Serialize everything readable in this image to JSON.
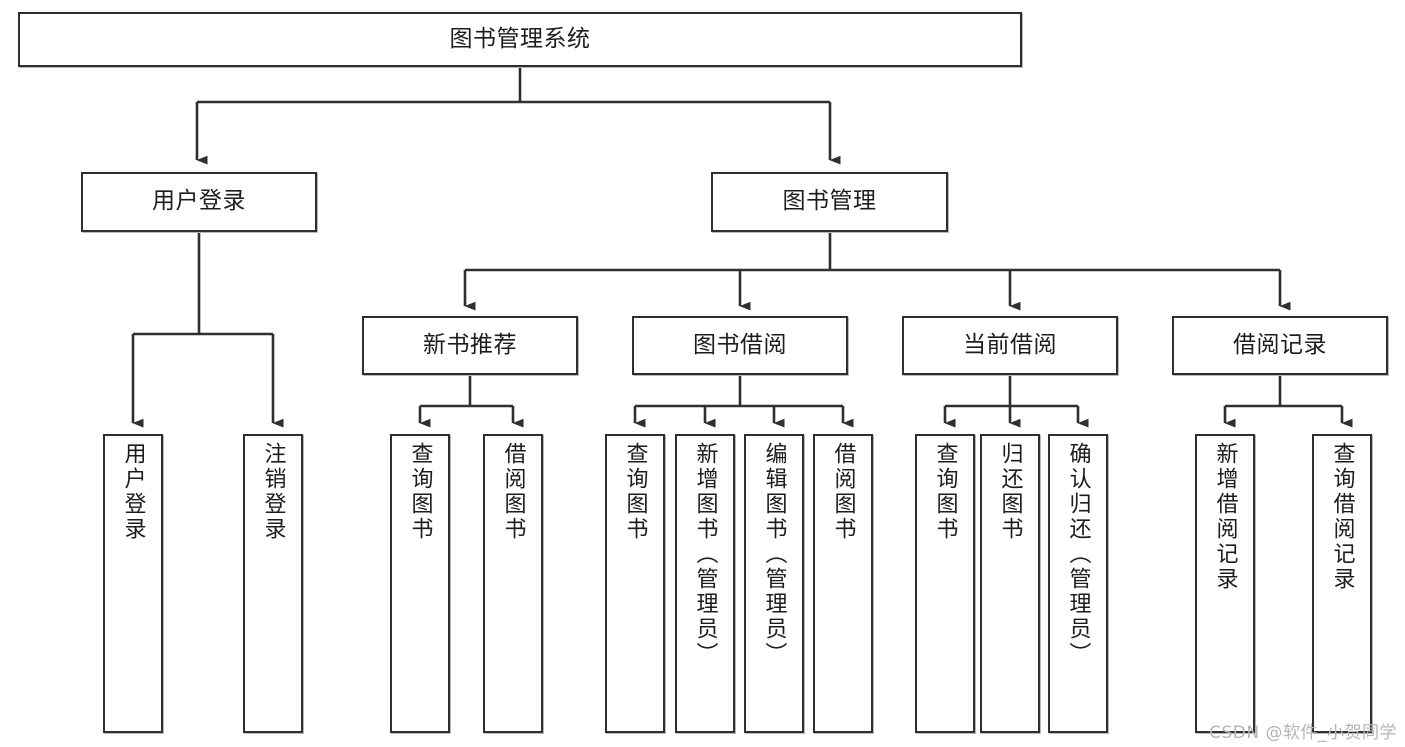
{
  "diagram": {
    "title": "图书管理系统",
    "watermark": "CSDN @软件_小贺同学",
    "colors": {
      "box_border": "#2f2f2f",
      "box_fill": "#ffffff",
      "edge": "#2f2f2f",
      "text": "#1d1d1d",
      "watermark": "#b5b5b5"
    },
    "levels": {
      "root": {
        "label": "图书管理系统"
      },
      "level1": [
        {
          "label": "用户登录"
        },
        {
          "label": "图书管理"
        }
      ],
      "level2": [
        {
          "label": "新书推荐"
        },
        {
          "label": "图书借阅"
        },
        {
          "label": "当前借阅"
        },
        {
          "label": "借阅记录"
        }
      ],
      "leaves": {
        "user_login": [
          {
            "label": "用户登录"
          },
          {
            "label": "注销登录"
          }
        ],
        "new_book_recommend": [
          {
            "label": "查询图书"
          },
          {
            "label": "借阅图书"
          }
        ],
        "book_borrow": [
          {
            "label": "查询图书"
          },
          {
            "label": "新增图书（管理员）"
          },
          {
            "label": "编辑图书（管理员）"
          },
          {
            "label": "借阅图书"
          }
        ],
        "current_borrow": [
          {
            "label": "查询图书"
          },
          {
            "label": "归还图书"
          },
          {
            "label": "确认归还（管理员）"
          }
        ],
        "borrow_record": [
          {
            "label": "新增借阅记录"
          },
          {
            "label": "查询借阅记录"
          }
        ]
      }
    }
  }
}
